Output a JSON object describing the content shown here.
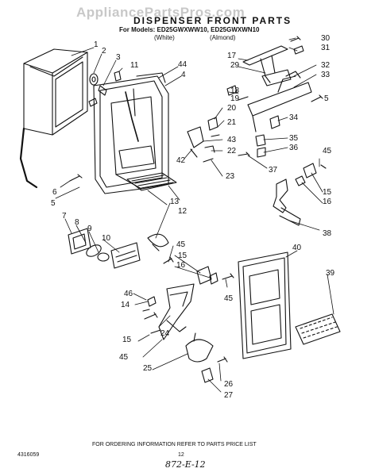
{
  "watermark": "AppliancePartsPros.com",
  "header": {
    "title": "DISPENSER FRONT PARTS",
    "models": "For Models: ED25GWXWW10, ED25GWXWN10",
    "variants": [
      "(White)",
      "(Almond)"
    ]
  },
  "callouts": [
    "1",
    "2",
    "3",
    "11",
    "44",
    "4",
    "5",
    "6",
    "7",
    "8",
    "9",
    "10",
    "12",
    "13",
    "14",
    "15",
    "16",
    "17",
    "18",
    "19",
    "20",
    "21",
    "22",
    "23",
    "24",
    "25",
    "26",
    "27",
    "29",
    "30",
    "31",
    "32",
    "33",
    "34",
    "35",
    "36",
    "37",
    "38",
    "39",
    "40",
    "42",
    "43",
    "45",
    "46"
  ],
  "footer": {
    "note": "FOR ORDERING INFORMATION REFER TO PARTS PRICE LIST",
    "doc_number": "4316059",
    "page_number": "12",
    "handwritten": "872-E-12"
  },
  "colors": {
    "ink": "#111111",
    "watermark": "#c8c8c8",
    "paper": "#ffffff"
  }
}
